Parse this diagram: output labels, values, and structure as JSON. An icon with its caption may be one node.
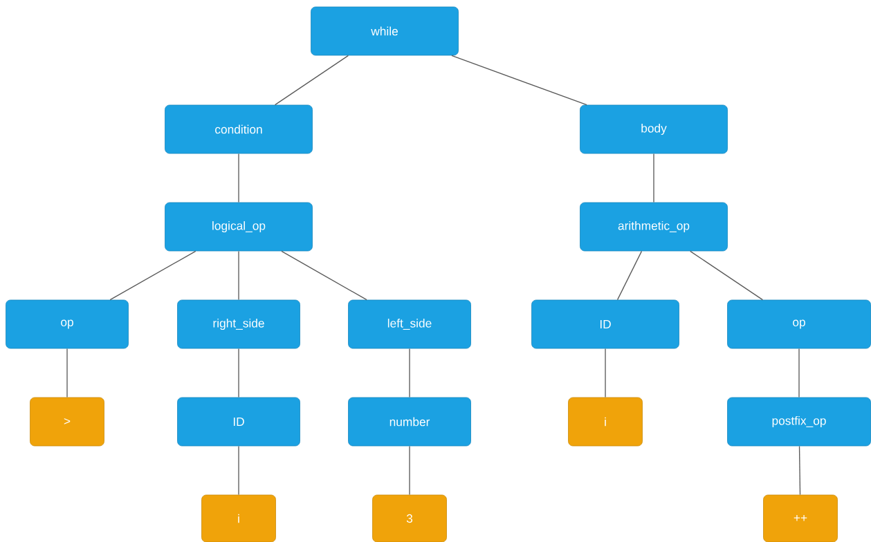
{
  "diagram": {
    "nodes": [
      {
        "text": [
          "while"
        ]
      },
      {
        "text": [
          "condition"
        ]
      },
      {
        "text": [
          "body"
        ]
      },
      {
        "text": [
          "logical_op"
        ]
      },
      {
        "text": [
          "arithmetic_op"
        ]
      },
      {
        "text": [
          "op"
        ]
      },
      {
        "text": [
          "right_side"
        ]
      },
      {
        "text": [
          "left_side"
        ]
      },
      {
        "text": [
          "ID"
        ]
      },
      {
        "text": [
          "op"
        ]
      },
      {
        "text": [
          ">"
        ]
      },
      {
        "text": [
          "ID"
        ]
      },
      {
        "text": [
          "number"
        ]
      },
      {
        "text": [
          "i"
        ]
      },
      {
        "text": [
          "postfix_op"
        ]
      },
      {
        "text": [
          "i"
        ]
      },
      {
        "text": [
          "3"
        ]
      },
      {
        "text": [
          "++"
        ]
      }
    ],
    "edges": [
      {
        "from": 0,
        "to": 1,
        "arrow": "none"
      },
      {
        "from": 0,
        "to": 2,
        "arrow": "none"
      },
      {
        "from": 1,
        "to": 3,
        "arrow": "none"
      },
      {
        "from": 2,
        "to": 4,
        "arrow": "none"
      },
      {
        "from": 3,
        "to": 5,
        "arrow": "none"
      },
      {
        "from": 3,
        "to": 6,
        "arrow": "none"
      },
      {
        "from": 3,
        "to": 7,
        "arrow": "none"
      },
      {
        "from": 4,
        "to": 8,
        "arrow": "none"
      },
      {
        "from": 4,
        "to": 9,
        "arrow": "none"
      },
      {
        "from": 5,
        "to": 10,
        "arrow": "none"
      },
      {
        "from": 6,
        "to": 11,
        "arrow": "none"
      },
      {
        "from": 7,
        "to": 12,
        "arrow": "none"
      },
      {
        "from": 8,
        "to": 13,
        "arrow": "none"
      },
      {
        "from": 9,
        "to": 14,
        "arrow": "none"
      },
      {
        "from": 11,
        "to": 15,
        "arrow": "none"
      },
      {
        "from": 12,
        "to": 16,
        "arrow": "none"
      },
      {
        "from": 14,
        "to": 17,
        "arrow": "none"
      }
    ]
  }
}
